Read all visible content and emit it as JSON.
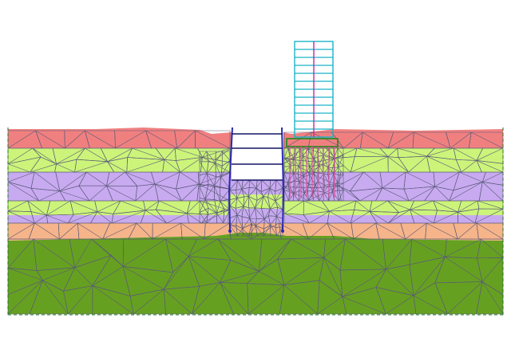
{
  "model": {
    "colors": {
      "background": "#ffffff",
      "mesh_line": "#5a5a78",
      "boundary": "#1a7a1a",
      "strut": "#141464",
      "wall": "#2a2ab0",
      "building_frame": "#19b4c8",
      "building_core": "#cc22aa",
      "raft": "#1a8a1a",
      "piles": "#e050a0",
      "anchor": "#707070"
    },
    "layers": [
      {
        "name": "layer-1",
        "color": "#f08080"
      },
      {
        "name": "layer-2",
        "color": "#ccf47a"
      },
      {
        "name": "layer-3",
        "color": "#c8aaf0"
      },
      {
        "name": "layer-4",
        "color": "#ccf47a"
      },
      {
        "name": "layer-5",
        "color": "#c8aaf0"
      },
      {
        "name": "layer-6",
        "color": "#f6b48a"
      },
      {
        "name": "layer-7",
        "color": "#66a021"
      }
    ],
    "excavation": {
      "struts": 4,
      "fill_colors": [
        "#c8aaf0",
        "#ccf47a",
        "#c8aaf0"
      ]
    },
    "building": {
      "floors": 12,
      "piles": 9
    }
  }
}
